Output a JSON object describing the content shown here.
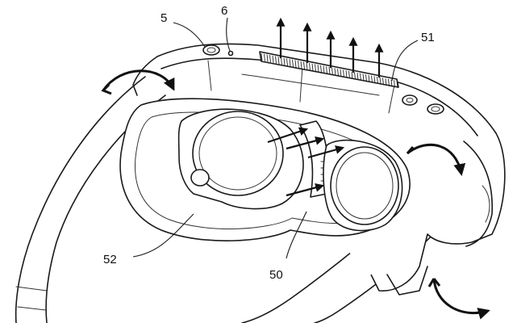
{
  "figure": {
    "labels": {
      "l5": "5",
      "l6": "6",
      "l51": "51",
      "l52": "52",
      "l50": "50"
    }
  }
}
